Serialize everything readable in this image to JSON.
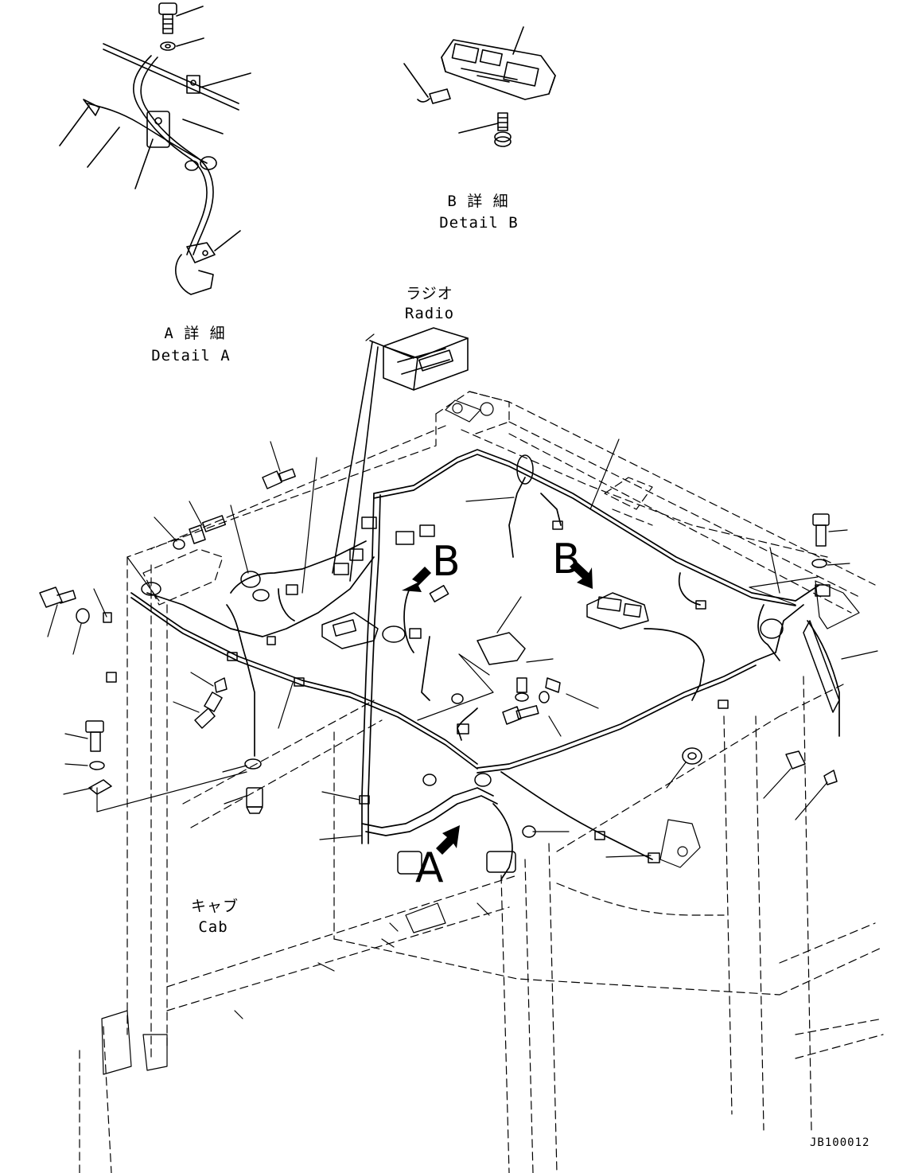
{
  "detail_a": {
    "jp": "A 詳 細",
    "en": "Detail A"
  },
  "detail_b": {
    "jp": "B 詳 細",
    "en": "Detail B"
  },
  "radio": {
    "jp": "ラジオ",
    "en": "Radio"
  },
  "cab": {
    "jp": "キャブ",
    "en": "Cab"
  },
  "view_markers": {
    "a": "A",
    "b_left": "B",
    "b_right": "B"
  },
  "drawing_code": "JB100012"
}
